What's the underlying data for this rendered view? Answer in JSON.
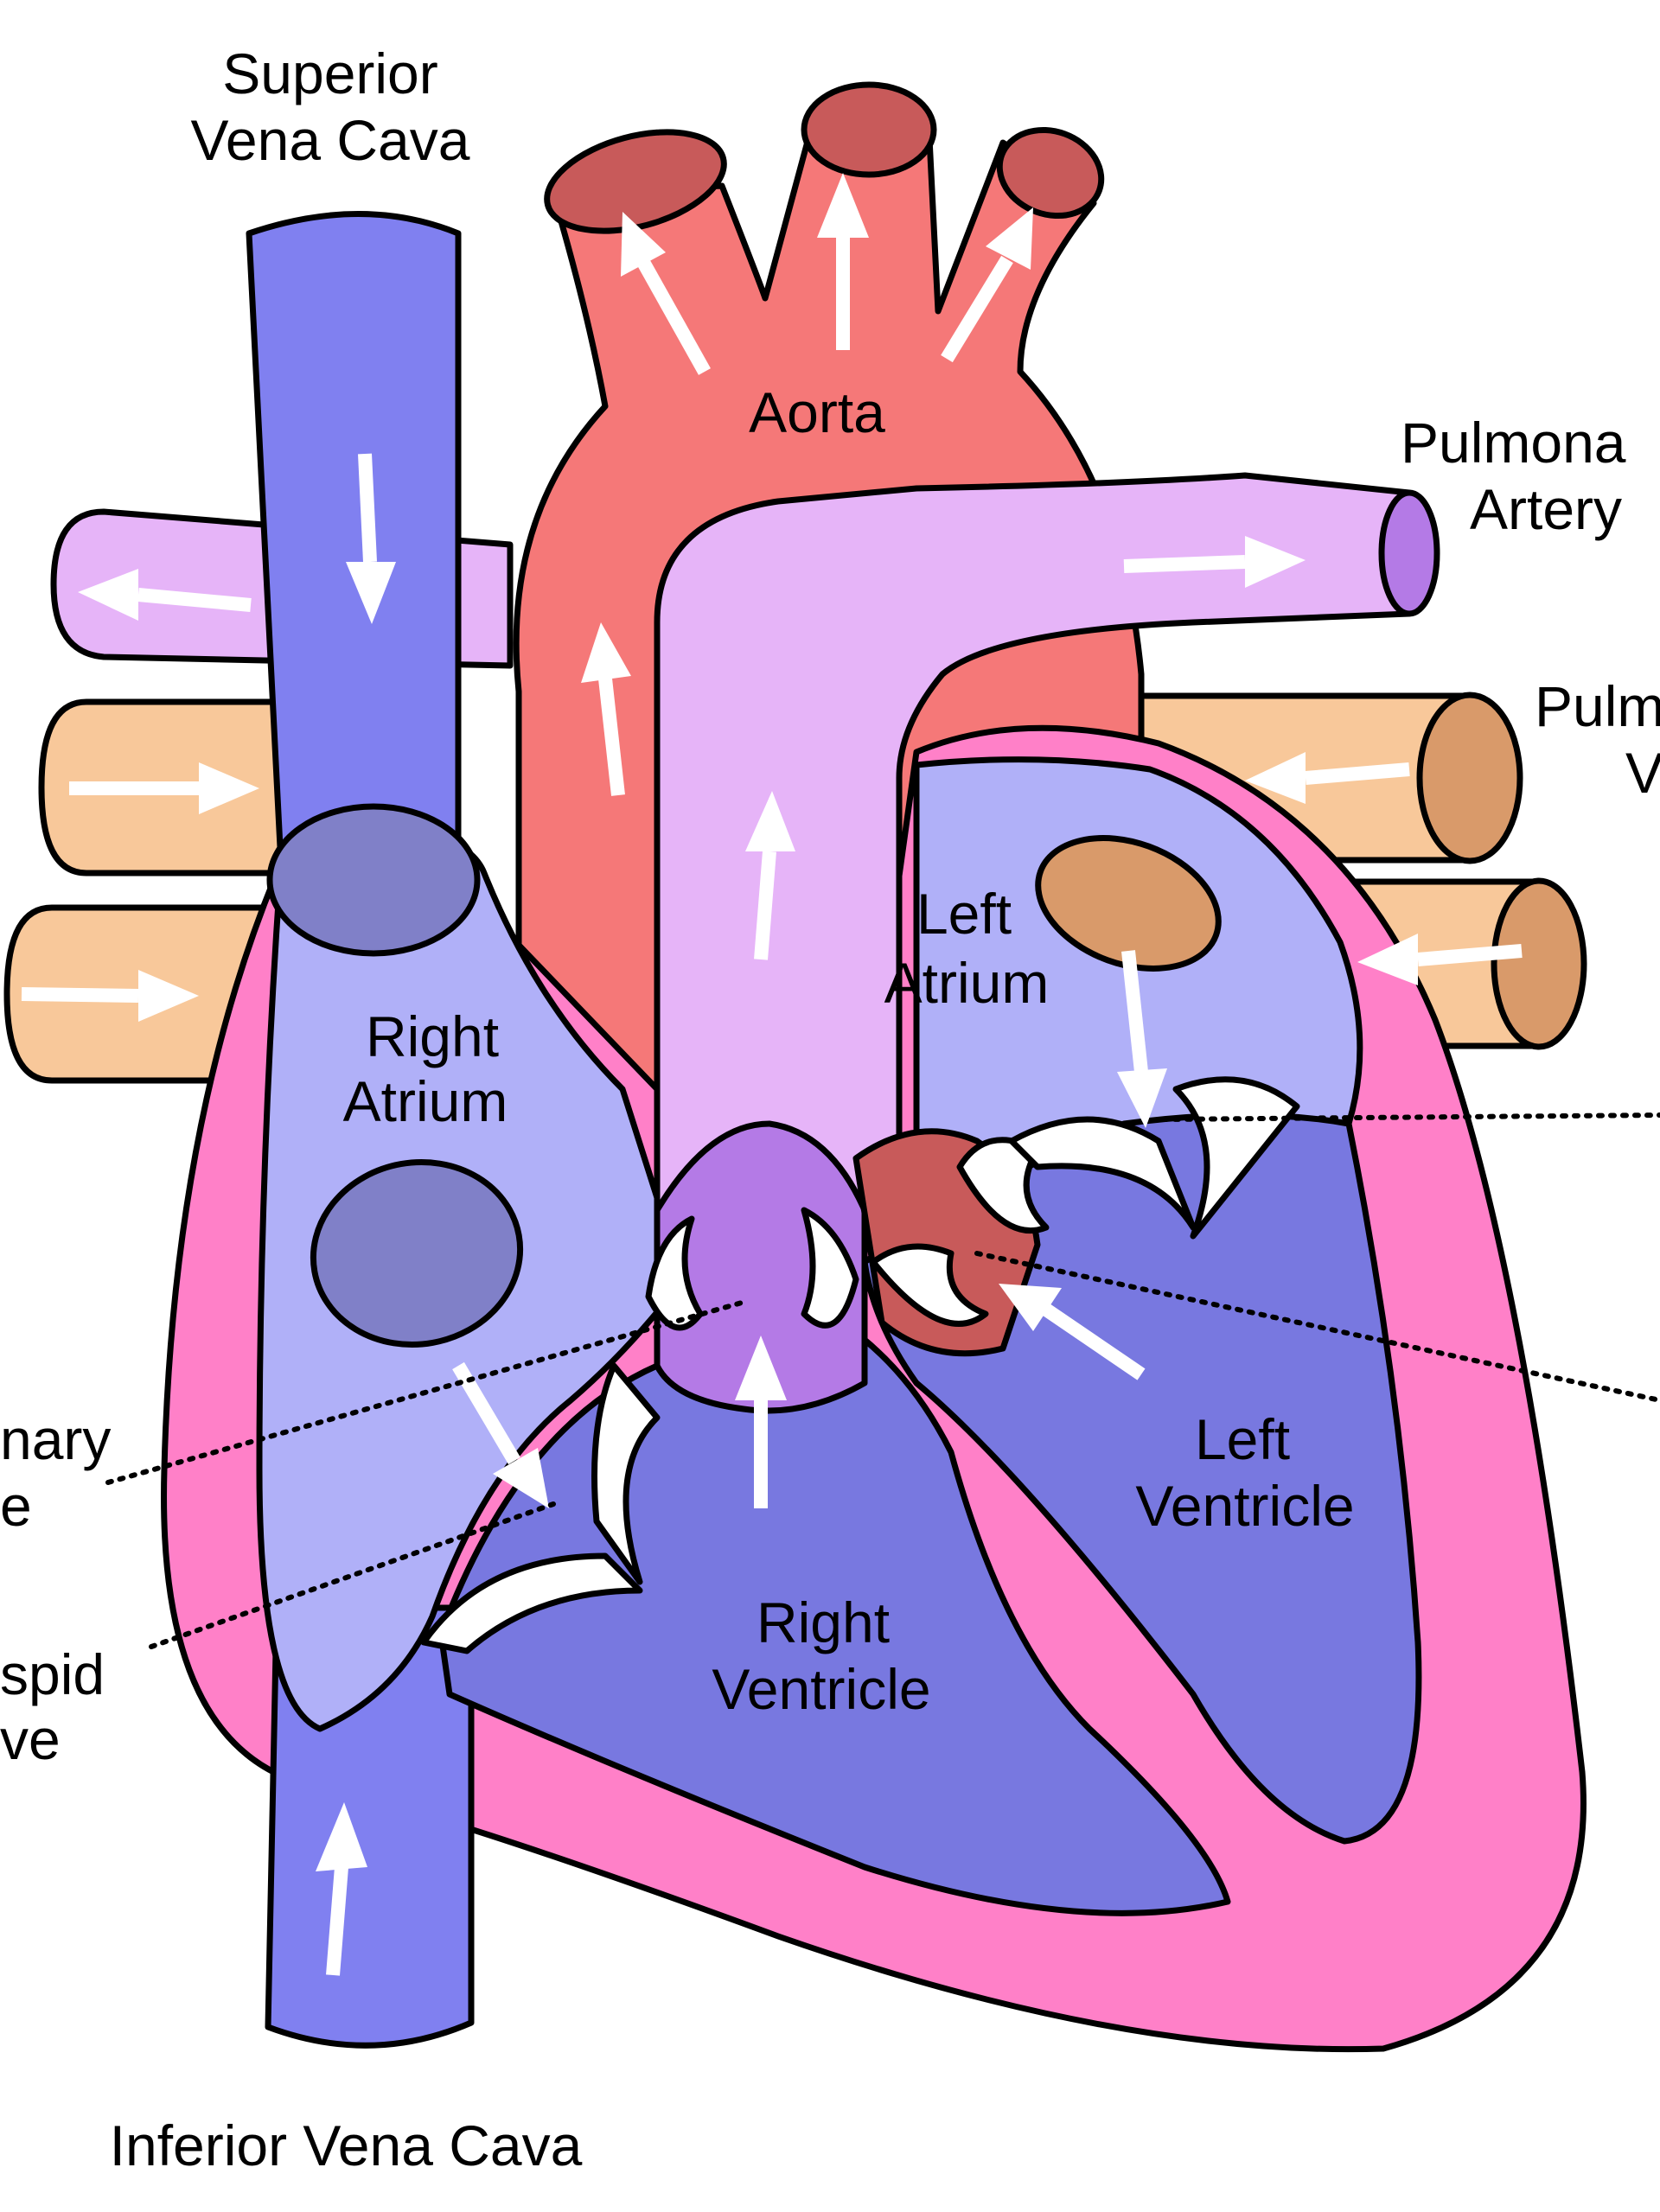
{
  "labels": {
    "superior_vena_cava_l1": "Superior",
    "superior_vena_cava_l2": "Vena Cava",
    "aorta": "Aorta",
    "pulmonary_artery_l1": "Pulmona",
    "pulmonary_artery_l2": "Artery",
    "pulmonary_veins_l1": "Pulm",
    "pulmonary_veins_l2": "V",
    "left_atrium_l1": "Left",
    "left_atrium_l2": "Atrium",
    "right_atrium_l1": "Right",
    "right_atrium_l2": "Atrium",
    "left_ventricle_l1": "Left",
    "left_ventricle_l2": "Ventricle",
    "right_ventricle_l1": "Right",
    "right_ventricle_l2": "Ventricle",
    "pulmonary_valve_l1": "nary",
    "pulmonary_valve_l2": "e",
    "tricuspid_valve_l1": "spid",
    "tricuspid_valve_l2": "ve",
    "inferior_vena_cava": "Inferior Vena Cava"
  },
  "colors": {
    "vena_cava_blue": "#8080f0",
    "atrium_blue": "#b0b0f8",
    "ventricle_blue": "#7878e0",
    "aorta_red": "#f57878",
    "aorta_dark": "#c85a5a",
    "pulmonary_artery_lilac": "#e6b4f8",
    "pulmonary_valve_purple": "#b47ae6",
    "pulmonary_vein_orange": "#f8c89a",
    "pulmonary_vein_end": "#d99a6a",
    "heart_wall_pink": "#ff80c8",
    "valve_opening_blue": "#8080c8"
  }
}
